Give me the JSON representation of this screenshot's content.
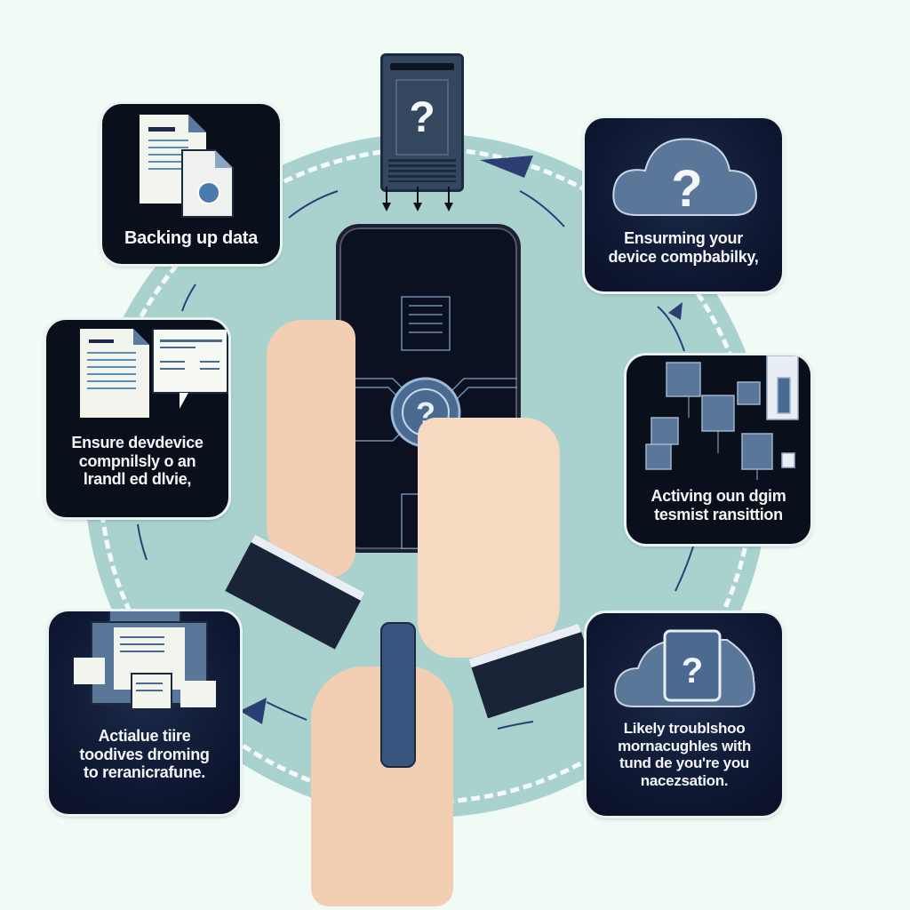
{
  "diagram": {
    "theme_colors": {
      "background": "#f1fbf6",
      "ring": "#a9d2cf",
      "panel_dark": "#0e1630",
      "accent_blue": "#4a6a92",
      "text": "#f4f6f8"
    },
    "center": {
      "phone_icon": "question-mark-circuit",
      "top_device_icon": "question-mark-device"
    },
    "panels": [
      {
        "id": "top-left",
        "label": "Backing up data",
        "icon": "documents-icon"
      },
      {
        "id": "top-right",
        "label": "Ensurming your\ndevice compbabilky,",
        "icon": "cloud-question-icon"
      },
      {
        "id": "mid-left",
        "label": "Ensure devdevice\ncompnilsly o an\nlrandl ed dlvie,",
        "icon": "document-chat-icon"
      },
      {
        "id": "mid-right",
        "label": "Activing oun dgim\ntesmist ransittion",
        "icon": "circuit-chips-icon"
      },
      {
        "id": "bottom-left",
        "label": "Actialue tiire\ntoodives droming\nto reranicrafune.",
        "icon": "stacked-folders-icon"
      },
      {
        "id": "bottom-right",
        "label": "Likely troublshoo\nmornacughles with\ntund de you're you\nnacezsation.",
        "icon": "cloud-tablet-question-icon"
      }
    ]
  }
}
